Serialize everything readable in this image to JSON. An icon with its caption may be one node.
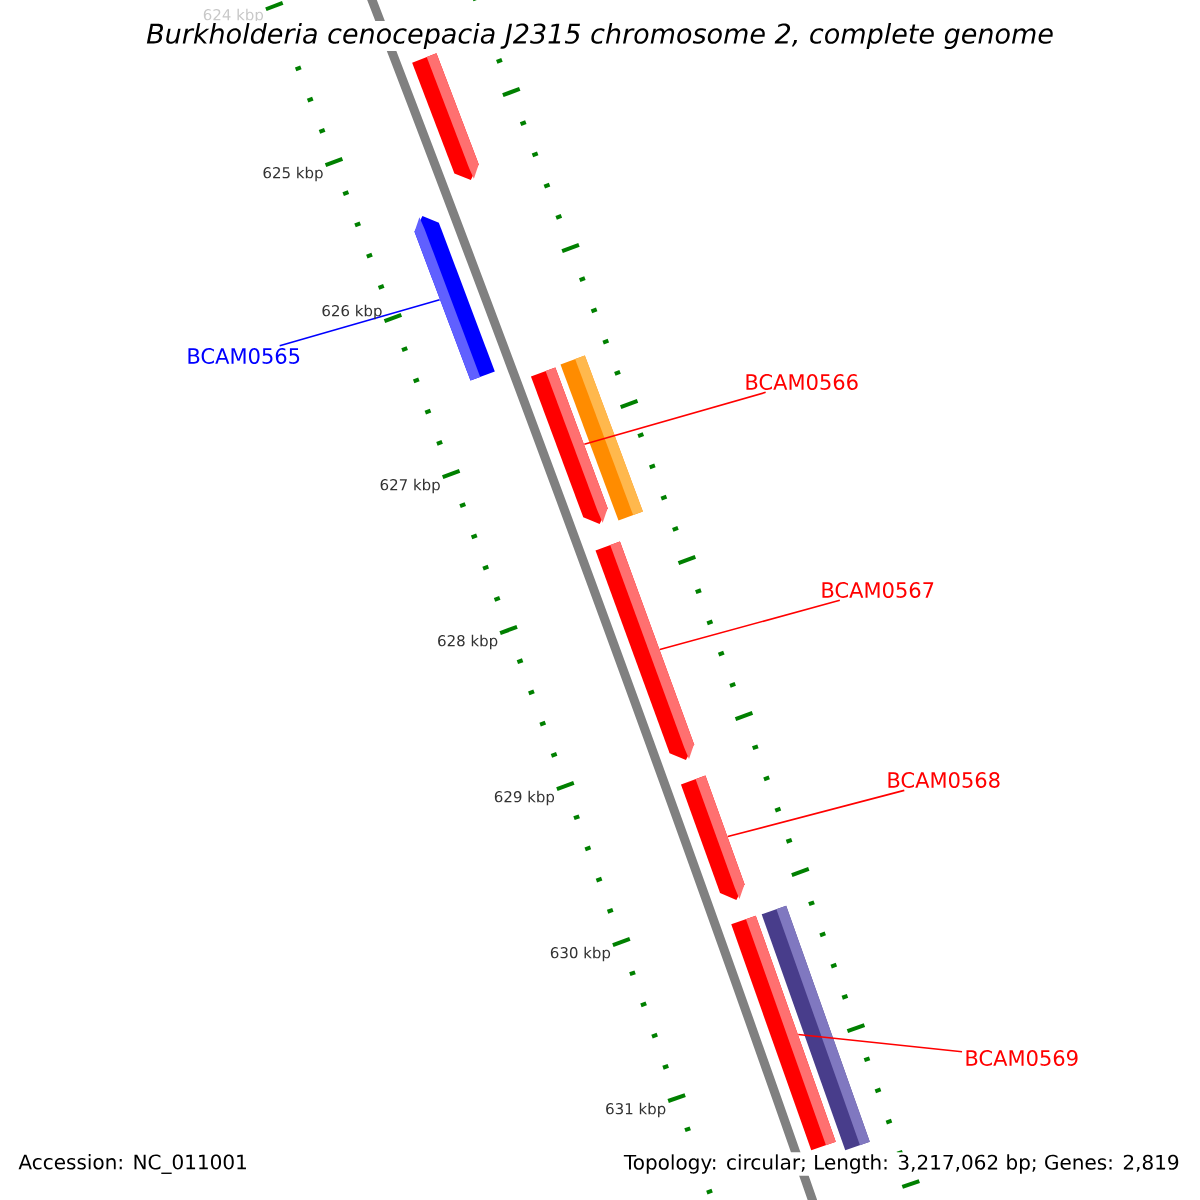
{
  "diagram": {
    "title": "Burkholderia cenocepacia J2315 chromosome 2, complete genome",
    "nodes": [
      {
        "text": [],
        "shape": "arrow"
      },
      {
        "text": [],
        "shape": "arrow"
      },
      {
        "text": [
          "BCAM0565"
        ]
      },
      {
        "text": [],
        "shape": "arrow"
      },
      {
        "text": [],
        "shape": "bar"
      },
      {
        "text": [
          "BCAM0566"
        ]
      },
      {
        "text": [],
        "shape": "arrow"
      },
      {
        "text": [
          "BCAM0567"
        ]
      },
      {
        "text": [],
        "shape": "arrow"
      },
      {
        "text": [
          "BCAM0568"
        ]
      },
      {
        "text": [],
        "shape": "bar"
      },
      {
        "text": [],
        "shape": "bar"
      },
      {
        "text": [
          "BCAM0569"
        ]
      }
    ],
    "edges": [
      {
        "from": 2,
        "to": 1,
        "arrow": "none",
        "color": "#0000ff"
      },
      {
        "from": 5,
        "to": 3,
        "arrow": "none"
      },
      {
        "from": 7,
        "to": 6,
        "arrow": "none"
      },
      {
        "from": 9,
        "to": 8,
        "arrow": "none"
      },
      {
        "from": 12,
        "to": 10,
        "arrow": "none"
      }
    ],
    "labels": [
      "624 kbp",
      "625 kbp",
      "626 kbp",
      "627 kbp",
      "628 kbp",
      "629 kbp",
      "630 kbp",
      "631 kbp",
      "Accession: NC_011001",
      "Topology: circular; Length: 3,217,062 bp; Genes: 2,819"
    ]
  }
}
